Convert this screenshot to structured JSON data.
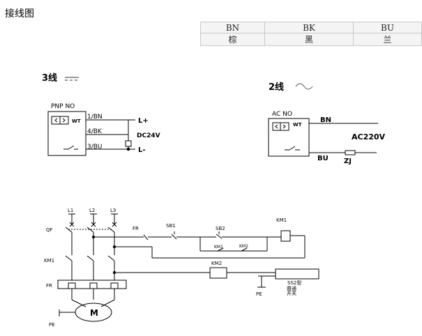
{
  "page": {
    "title": "接线图"
  },
  "wire_colors": {
    "codes": [
      "BN",
      "BK",
      "BU"
    ],
    "names": [
      "棕",
      "黑",
      "兰"
    ]
  },
  "three_wire": {
    "label": "3线",
    "sensor_type": "PNP NO",
    "terminals": [
      "1/BN",
      "4/BK",
      "3/BU"
    ],
    "supply_pos": "L+",
    "supply_neg": "L-",
    "voltage": "DC24V",
    "sensor_mark": "WT"
  },
  "two_wire": {
    "label": "2线",
    "sensor_type": "AC NO",
    "wire_top": "BN",
    "wire_bottom": "BU",
    "voltage": "AC220V",
    "load": "ZJ",
    "sensor_mark": "WT"
  },
  "circuit": {
    "phases": [
      "L1",
      "L2",
      "L3"
    ],
    "breaker": "QF",
    "contactor": "KM1",
    "thermal_relay": "FR",
    "relay_contact": "FR",
    "start_button_1": "SB1",
    "start_button_2": "SB2",
    "coil_km1": "KM1",
    "aux_km1": "KM1",
    "aux_km2": "KM2",
    "coil_km2": "KM2",
    "motor": "M",
    "pe_motor": "PE",
    "pe_switch": "PE",
    "switch_model": "SS2型",
    "switch_name_1": "普通",
    "switch_name_2": "开关"
  }
}
